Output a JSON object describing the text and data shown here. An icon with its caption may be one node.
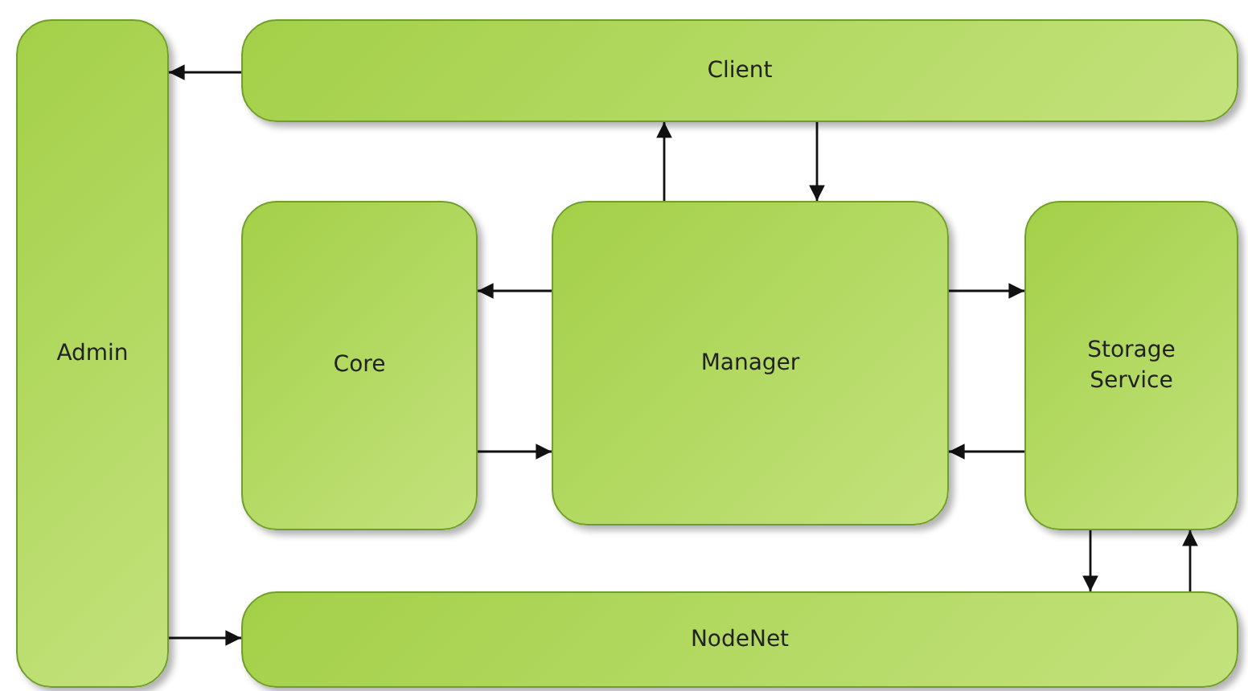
{
  "diagram": {
    "nodes": [
      {
        "text": [
          "Client"
        ]
      },
      {
        "text": [
          "Admin"
        ]
      },
      {
        "text": [
          "Core"
        ]
      },
      {
        "text": [
          "Manager"
        ]
      },
      {
        "text": [
          "Storage Service"
        ]
      },
      {
        "text": [
          "NodeNet"
        ]
      }
    ],
    "edges": [
      {
        "from": 0,
        "to": 1,
        "arrow": "to"
      },
      {
        "from": 3,
        "to": 0,
        "arrow": "to"
      },
      {
        "from": 0,
        "to": 3,
        "arrow": "to"
      },
      {
        "from": 3,
        "to": 2,
        "arrow": "to"
      },
      {
        "from": 2,
        "to": 3,
        "arrow": "to"
      },
      {
        "from": 3,
        "to": 4,
        "arrow": "to"
      },
      {
        "from": 4,
        "to": 3,
        "arrow": "to"
      },
      {
        "from": 4,
        "to": 5,
        "arrow": "to"
      },
      {
        "from": 5,
        "to": 4,
        "arrow": "to"
      },
      {
        "from": 1,
        "to": 5,
        "arrow": "to"
      }
    ]
  }
}
